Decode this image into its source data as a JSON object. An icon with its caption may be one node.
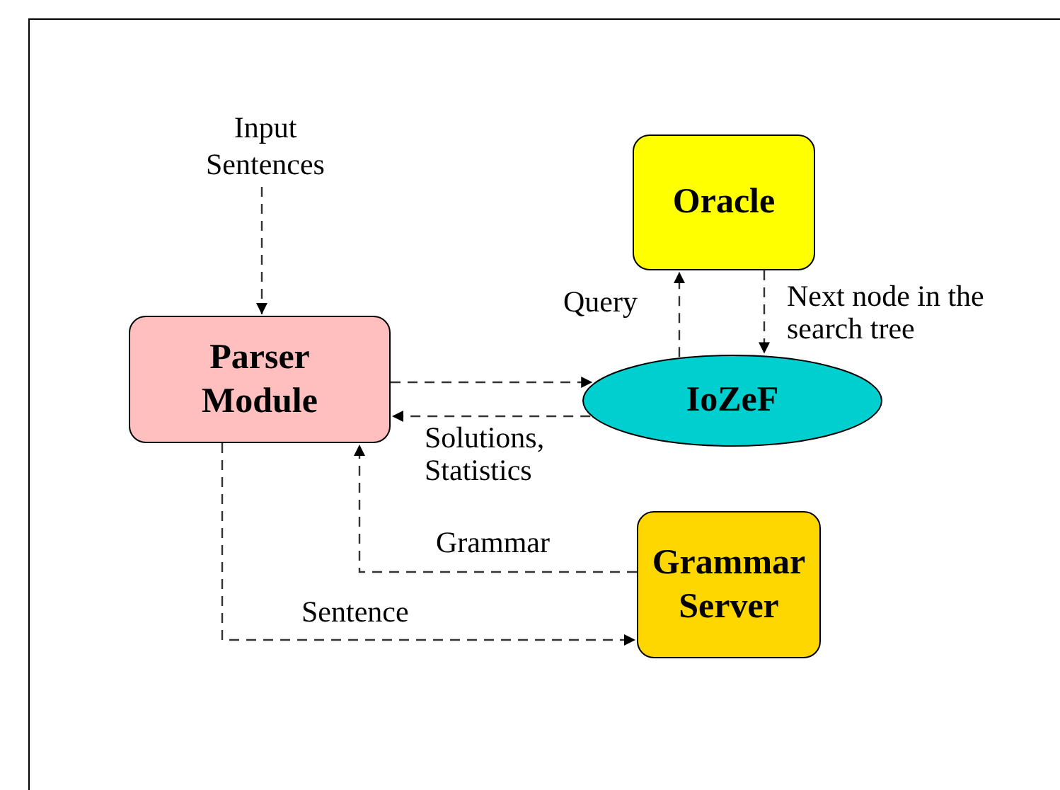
{
  "diagram": {
    "nodes": [
      {
        "text": [
          "Input Sentences"
        ]
      },
      {
        "text": [
          "Parser Module"
        ]
      },
      {
        "text": [
          "Oracle"
        ]
      },
      {
        "text": [
          "IoZeF"
        ]
      },
      {
        "text": [
          "Grammar Server"
        ]
      }
    ],
    "edges": [
      {
        "from": 0,
        "to": 1,
        "arrow": "to",
        "style": "dashed"
      },
      {
        "from": 1,
        "to": 3,
        "arrow": "to",
        "style": "dashed"
      },
      {
        "from": 3,
        "to": 1,
        "arrow": "to",
        "style": "dashed",
        "label": "Solutions, Statistics"
      },
      {
        "from": 3,
        "to": 2,
        "arrow": "to",
        "style": "dashed",
        "label": "Query"
      },
      {
        "from": 2,
        "to": 3,
        "arrow": "to",
        "style": "dashed",
        "label": "Next node in the search tree"
      },
      {
        "from": 4,
        "to": 1,
        "arrow": "to",
        "style": "dashed",
        "label": "Grammar"
      },
      {
        "from": 1,
        "to": 4,
        "arrow": "to",
        "style": "dashed",
        "label": "Sentence"
      }
    ]
  }
}
